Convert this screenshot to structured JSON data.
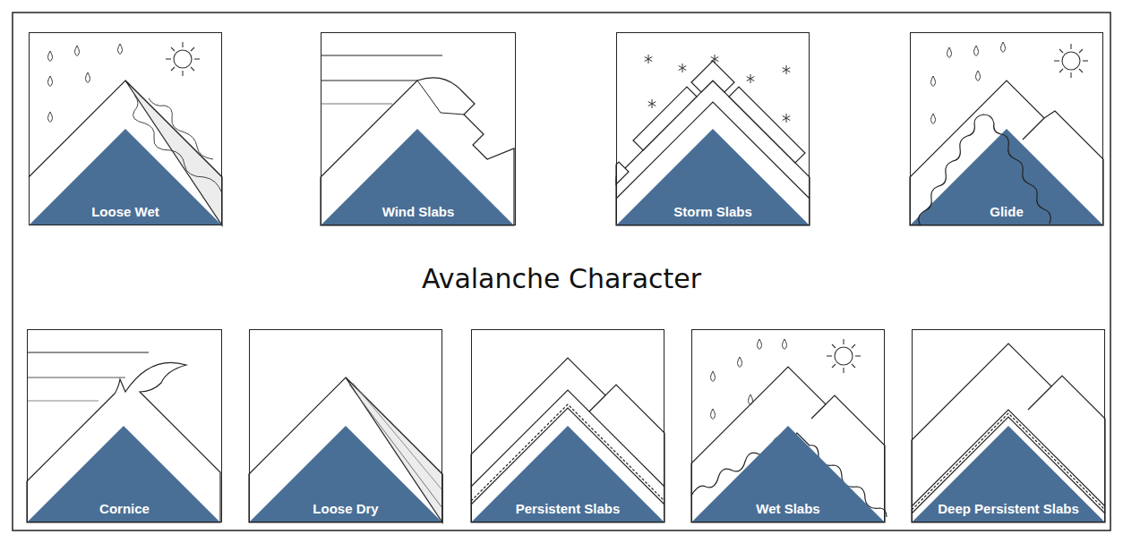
{
  "diagram": {
    "title": "Avalanche Character",
    "nodes": [
      {
        "text": [
          "Loose Wet"
        ]
      },
      {
        "text": [
          "Wind Slabs"
        ]
      },
      {
        "text": [
          "Storm Slabs"
        ]
      },
      {
        "text": [
          "Glide"
        ]
      },
      {
        "text": [
          "Cornice"
        ]
      },
      {
        "text": [
          "Loose Dry"
        ]
      },
      {
        "text": [
          "Persistent Slabs"
        ]
      },
      {
        "text": [
          "Wet Slabs"
        ]
      },
      {
        "text": [
          "Deep Persistent Slabs"
        ]
      }
    ]
  }
}
